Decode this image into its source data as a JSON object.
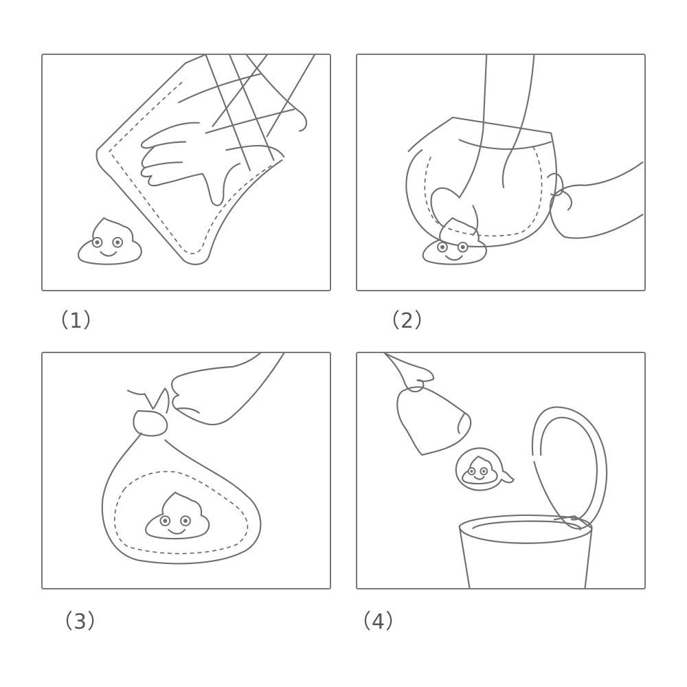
{
  "labels": [
    "（1）",
    "（2）",
    "（3）",
    "（4）"
  ],
  "colors": {
    "line": "#707070",
    "border": "#777777",
    "background": "#ffffff"
  }
}
